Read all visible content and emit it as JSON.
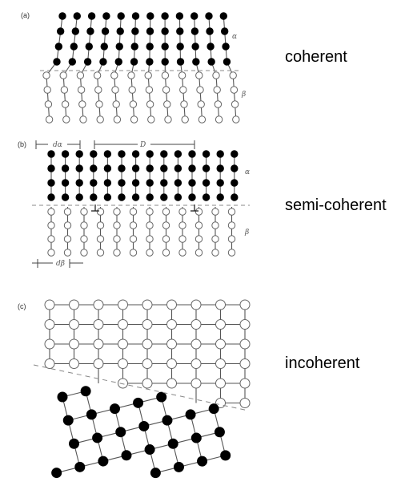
{
  "panels": [
    {
      "id": "a",
      "tag": "(a)",
      "label": "coherent",
      "upper_phase": "α",
      "lower_phase": "β"
    },
    {
      "id": "b",
      "tag": "(b)",
      "label": "semi-coherent",
      "upper_phase": "α",
      "lower_phase": "β",
      "spacing_upper": "dα",
      "spacing_period": "D",
      "spacing_lower": "dβ"
    },
    {
      "id": "c",
      "tag": "(c)",
      "label": "incoherent"
    }
  ],
  "colors": {
    "filled_atom": "#000000",
    "open_atom": "#ffffff",
    "line": "#555555",
    "interface": "#888888"
  }
}
